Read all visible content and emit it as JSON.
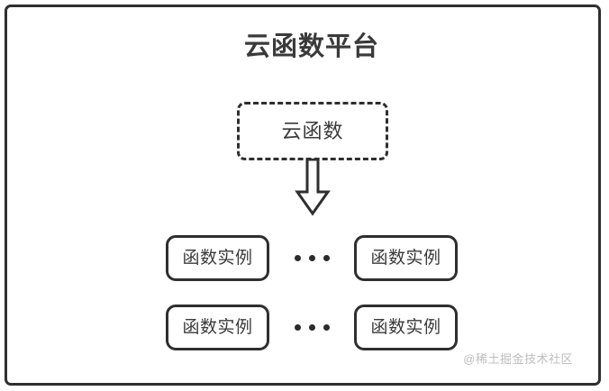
{
  "diagram": {
    "title": "云函数平台",
    "cloud_function": {
      "label": "云函数",
      "border_style": "dashed"
    },
    "arrow": {
      "name": "down-arrow",
      "direction": "down",
      "style": "hollow-outline"
    },
    "instance_rows": [
      {
        "left_box": "函数实例",
        "ellipsis": "•••",
        "right_box": "函数实例"
      },
      {
        "left_box": "函数实例",
        "ellipsis": "•••",
        "right_box": "函数实例"
      }
    ],
    "watermark": "@稀土掘金技术社区",
    "colors": {
      "stroke": "#2f2f2f",
      "text": "#3a3a3a",
      "background": "#ffffff",
      "watermark": "#bdbdbd"
    }
  }
}
